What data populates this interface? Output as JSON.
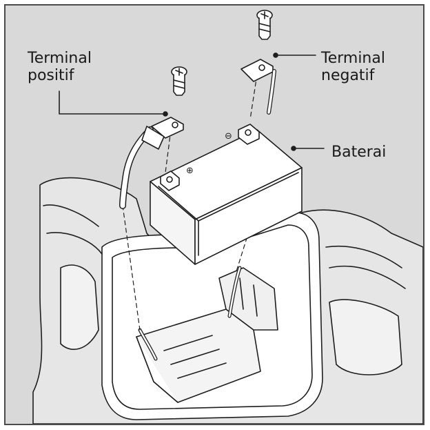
{
  "labels": {
    "positive_terminal": [
      "Terminal",
      "positif"
    ],
    "negative_terminal": [
      "Terminal",
      "negatif"
    ],
    "battery": "Baterai"
  },
  "colors": {
    "background": "#d9d9d9",
    "line": "#1e1e1e",
    "fill_light": "#ffffff"
  }
}
